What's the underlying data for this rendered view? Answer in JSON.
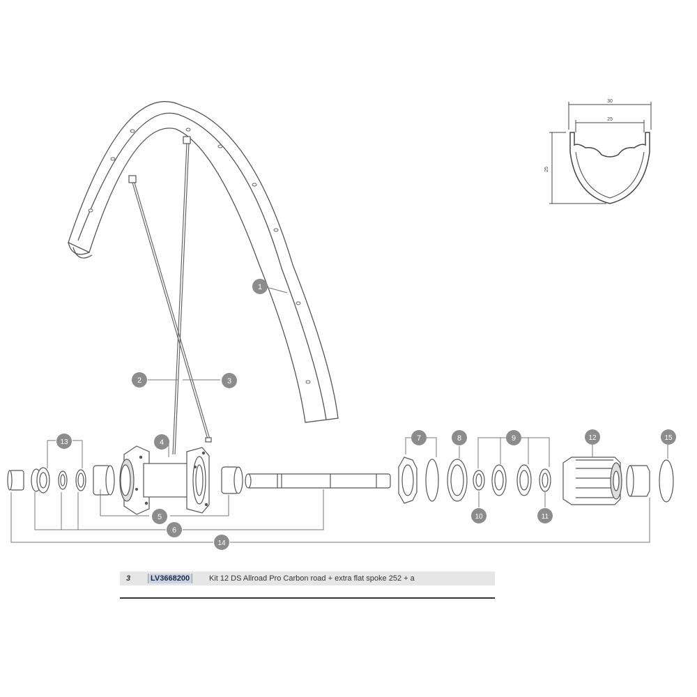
{
  "callouts": [
    {
      "id": "c1",
      "label": "1"
    },
    {
      "id": "c2",
      "label": "2"
    },
    {
      "id": "c3",
      "label": "3"
    },
    {
      "id": "c4",
      "label": "4"
    },
    {
      "id": "c5",
      "label": "5"
    },
    {
      "id": "c6",
      "label": "6"
    },
    {
      "id": "c7",
      "label": "7"
    },
    {
      "id": "c8",
      "label": "8"
    },
    {
      "id": "c9",
      "label": "9"
    },
    {
      "id": "c10",
      "label": "10"
    },
    {
      "id": "c11",
      "label": "11"
    },
    {
      "id": "c12",
      "label": "12"
    },
    {
      "id": "c13",
      "label": "13"
    },
    {
      "id": "c14",
      "label": "14"
    },
    {
      "id": "c15",
      "label": "15"
    }
  ],
  "rim_profile": {
    "outer_width": "30",
    "inner_width": "25",
    "height": "25"
  },
  "parts_table": {
    "row": {
      "number": "3",
      "reference": "LV3668200",
      "description": "Kit 12 DS Allroad Pro Carbon road + extra flat spoke 252 + a"
    }
  },
  "colors": {
    "callout_fill": "#8c8c8c",
    "line": "#555555"
  }
}
